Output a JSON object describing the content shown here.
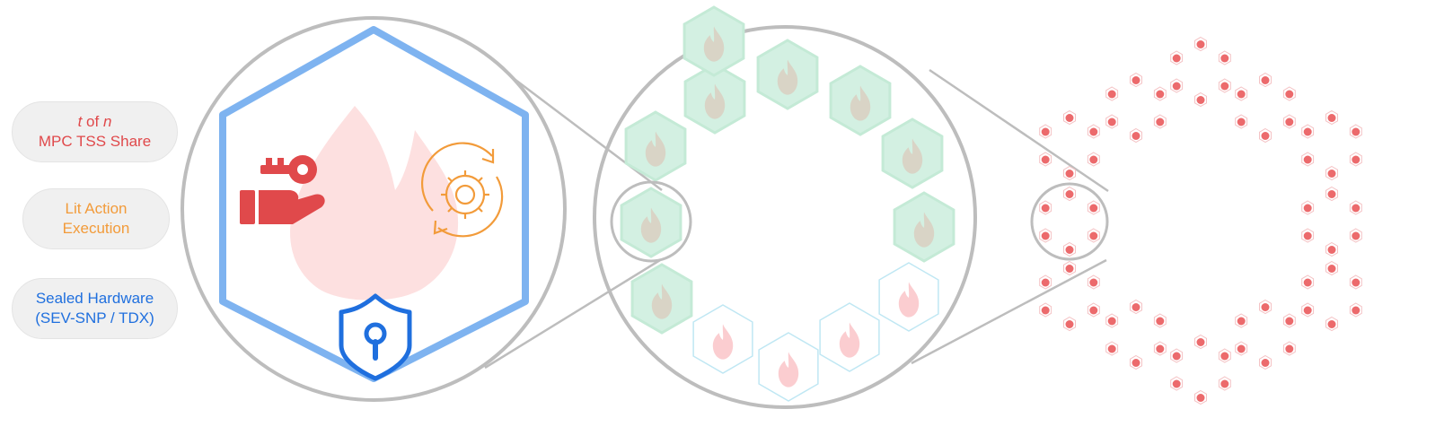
{
  "legend": {
    "share": {
      "t": "t",
      "of": "of",
      "n": "n",
      "line2": "MPC TSS Share"
    },
    "action": {
      "line1": "Lit Action",
      "line2": "Execution"
    },
    "hardware": {
      "line1": "Sealed Hardware",
      "line2": "(SEV-SNP / TDX)"
    }
  },
  "colors": {
    "share_red": "#e0494b",
    "action_orange": "#f29b3a",
    "hardware_blue": "#1f6fde",
    "node_hex_blue": "#7eb3f0",
    "flame_pink": "#fde0e0",
    "active_node_fill": "#d3f0e2",
    "inactive_node_stroke": "#bfe7f3",
    "zoom_circle_gray": "#bdbdbd"
  },
  "icons": {
    "share": "hand-holding-key-icon",
    "action": "gear-cycle-icon",
    "hardware": "shield-keyhole-icon",
    "node": "flame-icon"
  },
  "network": {
    "active_nodes": 9,
    "inactive_nodes": 4
  }
}
